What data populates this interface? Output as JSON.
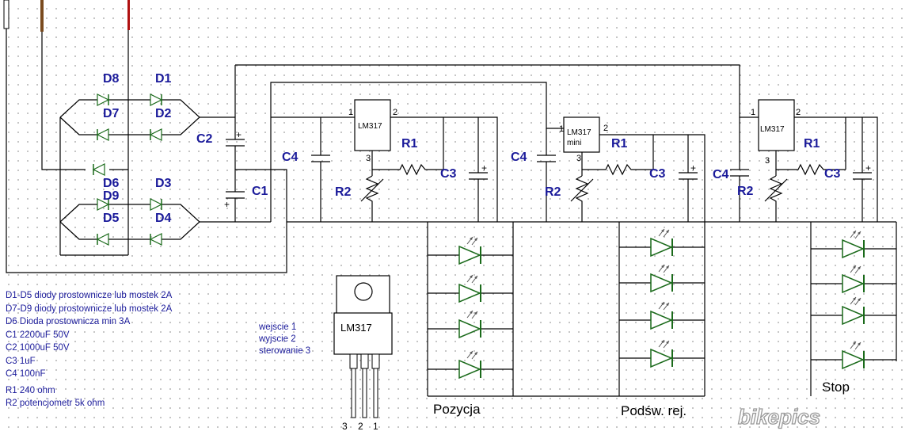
{
  "components": {
    "d8": "D8",
    "d1": "D1",
    "d7": "D7",
    "d2": "D2",
    "d6": "D6",
    "d9": "D9",
    "d3": "D3",
    "d5": "D5",
    "d4": "D4",
    "c1": "C1",
    "c2": "C2",
    "c3": "C3",
    "c4": "C4",
    "r1": "R1",
    "r2": "R2"
  },
  "regulators": {
    "reg1": "LM317",
    "reg2_line1": "LM317",
    "reg2_line2": "mini",
    "reg3": "LM317",
    "package_label": "LM317",
    "pin1": "1",
    "pin2": "2",
    "pin3": "3"
  },
  "groups": {
    "pozycja": "Pozycja",
    "podsw": "Podśw. rej.",
    "stop": "Stop"
  },
  "notes": [
    "D1-D5 diody prostownicze lub mostek 2A",
    "D7-D9 diody prostownicze lub mostek 2A",
    "D6 Dioda prostownicza min 3A",
    "C1 2200uF 50V",
    "C2 1000uF 50V",
    "C3 1uF",
    "C4 100nF",
    "R1 240 ohm",
    "R2 potencjometr 5k ohm"
  ],
  "pinout": [
    "wejscie 1",
    "wyjscie 2",
    "sterowanie 3"
  ],
  "package_pins": {
    "p3": "3",
    "p2": "2",
    "p1": "1"
  },
  "polarity": "+",
  "logo": "bikepics",
  "colors": {
    "label": "#1a1a9a",
    "led": "#1a6a1a",
    "wire_brown": "#7a4a1e",
    "wire_red": "#b01010"
  }
}
